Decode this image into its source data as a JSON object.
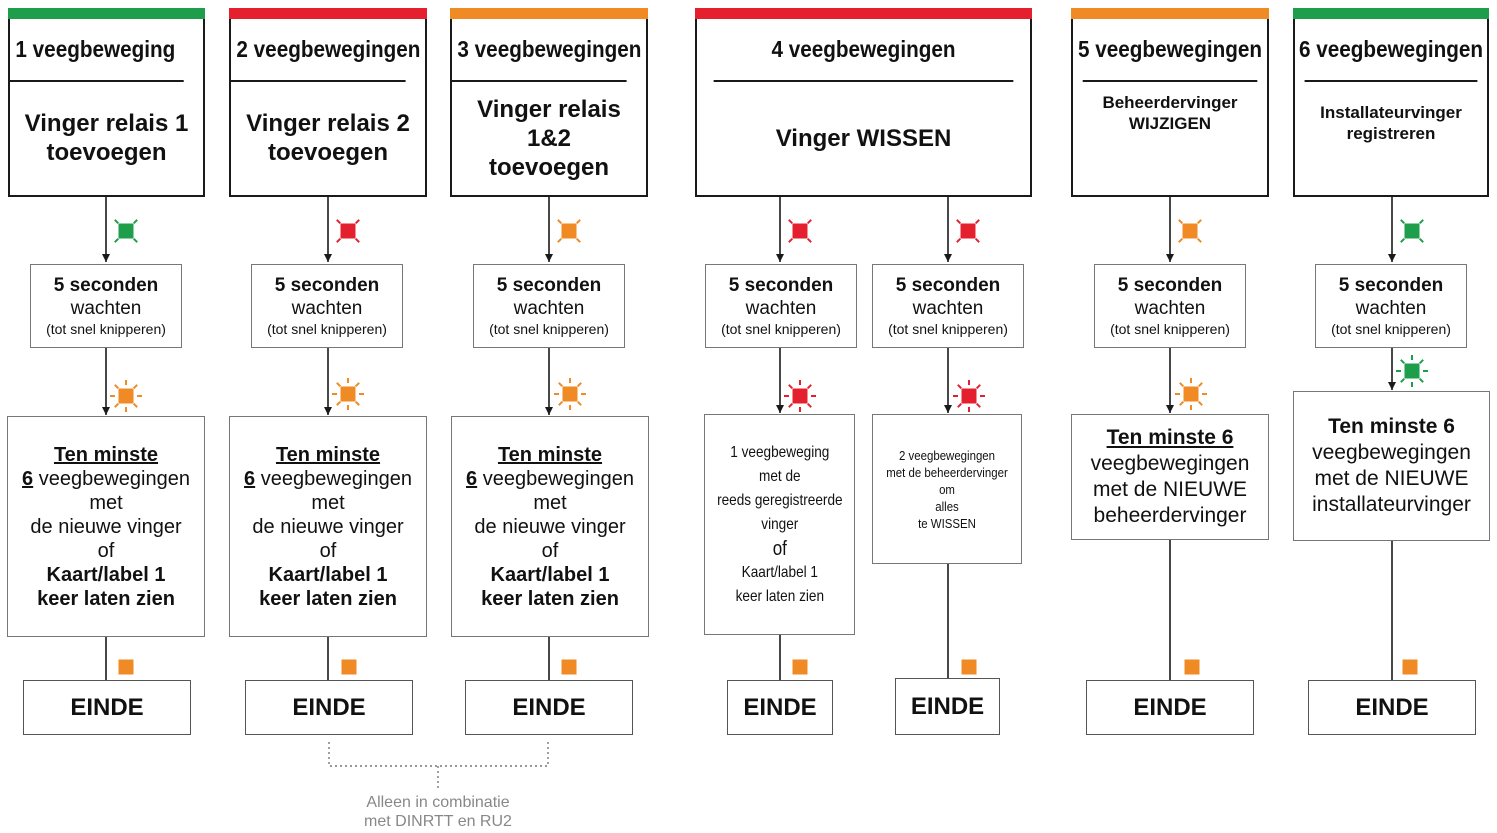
{
  "colors": {
    "green": "#1e9e4a",
    "red": "#e5202e",
    "orange": "#f08a24",
    "line": "#1a1a1a"
  },
  "columns": [
    {
      "title": "1 veegbeweging",
      "action": [
        "Vinger relais 1",
        "toevoegen"
      ],
      "color": "green"
    },
    {
      "title": "2 veegbewegingen",
      "action": [
        "Vinger relais 2",
        "toevoegen"
      ],
      "color": "red"
    },
    {
      "title": "3 veegbewegingen",
      "action": [
        "Vinger relais",
        "1&2",
        "toevoegen"
      ],
      "color": "orange"
    },
    {
      "title": "4 veegbewegingen",
      "action": [
        "Vinger WISSEN"
      ],
      "color": "red"
    },
    {
      "title": "5 veegbewegingen",
      "action": [
        "Beheerdervinger",
        "WIJZIGEN"
      ],
      "color": "orange"
    },
    {
      "title": "6 veegbewegingen",
      "action": [
        "Installateurvinger",
        "registreren"
      ],
      "color": "green"
    }
  ],
  "wait": {
    "line1": "5 seconden",
    "line2": "wachten",
    "line3": "(tot snel knipperen)"
  },
  "relay_instruction": {
    "heading": "Ten minste",
    "count": "6",
    "line2_rest": " veegbewegingen",
    "line3": "met",
    "line4": "de nieuwe vinger",
    "line5": "of",
    "line6": "Kaart/label 1",
    "line7": "keer laten zien"
  },
  "delete_a": [
    "1 veegbeweging",
    "met de",
    "reeds geregistreerde",
    "vinger",
    "of",
    "Kaart/label 1",
    "keer laten zien"
  ],
  "delete_b": [
    "2 veegbewegingen",
    "met de beheerdervinger",
    "om",
    "alles",
    "te WISSEN"
  ],
  "admin_instruction": {
    "heading": "Ten minste 6",
    "lines": [
      "veegbewegingen",
      "met de NIEUWE",
      "beheerdervinger"
    ]
  },
  "installer_instruction": {
    "heading": "Ten minste 6",
    "lines": [
      "veegbewegingen",
      "met de NIEUWE",
      "installateurvinger"
    ]
  },
  "end_label": "EINDE",
  "note": [
    "Alleen in combinatie",
    "met DINRTT en RU2"
  ]
}
